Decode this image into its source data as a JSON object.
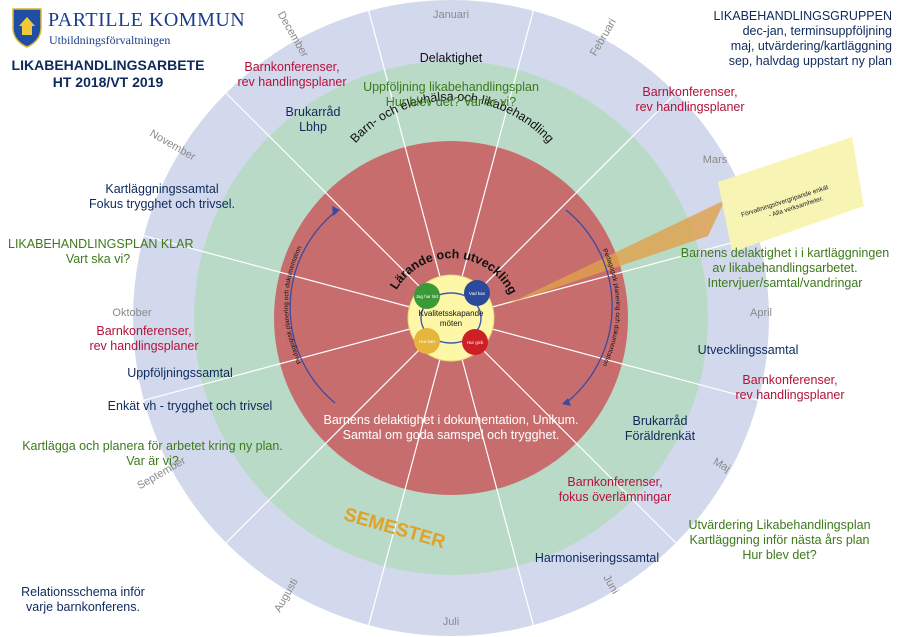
{
  "header": {
    "org": "PARTILLE KOMMUN",
    "dept": "Utbildningsförvaltningen",
    "title_line1": "LIKABEHANDLINGSARBETE",
    "title_line2": "HT 2018/VT 2019"
  },
  "group_box": {
    "title": "LIKABEHANDLINGSGRUPPEN",
    "lines": [
      "dec-jan, terminsuppföljning",
      "maj, utvärdering/kartläggning",
      "sep, halvdag uppstart ny plan"
    ]
  },
  "months": {
    "jan": "Januari",
    "feb": "Februari",
    "mar": "Mars",
    "apr": "April",
    "maj": "Maj",
    "jun": "Juni",
    "jul": "Juli",
    "aug": "Augusti",
    "sep": "September",
    "okt": "Oktober",
    "nov": "November",
    "dec": "December"
  },
  "rings": {
    "middle_title": "Barn- och elevhälsa och likabehandling",
    "inner_title": "Lärande och utveckling",
    "center_label_1": "Kvalitetsskapande",
    "center_label_2": "möten",
    "left_arc": "Pedagogisk planering och dokumentation",
    "right_arc": "Pedagogisk planering och dokumentation",
    "circles": [
      "Jag har lärt",
      "Vad kan",
      "Hur kan",
      "Hur gick"
    ]
  },
  "callout": {
    "line1": "Förvaltningsövergripande enkät",
    "line2": "- Alla verksamheter."
  },
  "labels": {
    "delaktighet": "Delaktighet",
    "uppfoljning_1": "Uppföljning likabehandlingsplan",
    "uppfoljning_2": "Hur blev det? Var är vi?",
    "dec_bk_1": "Barnkonferenser,",
    "dec_bk_2": "rev handlingsplaner",
    "brukarrad_lbhp_1": "Brukarråd",
    "brukarrad_lbhp_2": "Lbhp",
    "feb_bk_1": "Barnkonferenser,",
    "feb_bk_2": "rev handlingsplaner",
    "kartlaggning_1": "Kartläggningssamtal",
    "kartlaggning_2": "Fokus trygghet och trivsel.",
    "plan_klar_1": "LIKABEHANDLINGSPLAN KLAR",
    "plan_klar_2": "Vart ska vi?",
    "delaktighet_kart_1": "Barnens delaktighet i i kartläggningen",
    "delaktighet_kart_2": "av likabehandlingsarbetet.",
    "delaktighet_kart_3": "Intervjuer/samtal/vandringar",
    "okt_bk_1": "Barnkonferenser,",
    "okt_bk_2": "rev handlingsplaner",
    "utvecklingssamtal": "Utvecklingssamtal",
    "uppfoljningssamtal": "Uppföljningssamtal",
    "apr_bk_1": "Barnkonferenser,",
    "apr_bk_2": "rev handlingsplaner",
    "enkat_vh": "Enkät vh - trygghet och trivsel",
    "dokumentation_1": "Barnens delaktighet i dokumentation, Unikum.",
    "dokumentation_2": "Samtal om goda samspel och trygghet.",
    "brukarrad_f_1": "Brukarråd",
    "brukarrad_f_2": "Föräldrenkät",
    "kartlagga_1": "Kartlägga och planera för arbetet kring ny plan.",
    "kartlagga_2": "Var är vi?",
    "maj_bk_1": "Barnkonferenser,",
    "maj_bk_2": "fokus överlämningar",
    "semester": "SEMESTER",
    "utvardering_1": "Utvärdering Likabehandlingsplan",
    "utvardering_2": "Kartläggning inför nästa års plan",
    "utvardering_3": "Hur blev det?",
    "harmonisering": "Harmoniseringssamtal",
    "relationsschema_1": "Relationsschema inför",
    "relationsschema_2": "varje barnkonferens."
  },
  "colors": {
    "outer_ring": "#d3d9ec",
    "middle_ring": "#b9dac6",
    "inner_disc": "#c86d6e",
    "center": "#fff7a8",
    "navy": "#0e2a5c",
    "red_text": "#b3123a",
    "green_text": "#3d7a1c",
    "semester": "#e0a227",
    "circle_colors": [
      "#3a9a35",
      "#2c4a9a",
      "#e5b53c",
      "#cc2026"
    ]
  }
}
